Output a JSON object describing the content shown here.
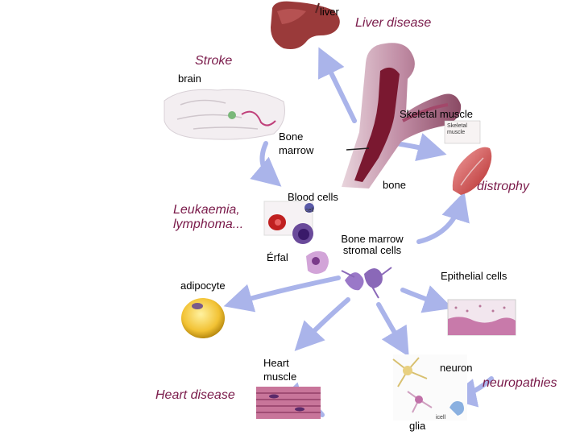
{
  "labels": {
    "liver": "liver",
    "brain": "brain",
    "skeletal_muscle": "Skeletal muscle",
    "bone_marrow": "Bone marrow",
    "bone": "bone",
    "blood_cells": "Blood cells",
    "erfal": "Érfal",
    "bm_stromal": "Bone marrow stromal cells",
    "epithelial": "Epithelial cells",
    "adipocyte": "adipocyte",
    "heart_muscle": "Heart muscle",
    "neuron": "neuron",
    "glia": "glia"
  },
  "diseases": {
    "liver_disease": "Liver disease",
    "stroke": "Stroke",
    "distrophy": "distrophy",
    "leukaemia": "Leukaemia, lymphoma...",
    "heart_disease": "Heart disease",
    "neuropathies": "neuropathies"
  },
  "image_text": {
    "skeletal_muscle_inset": "Skeletal muscle",
    "cell": "cell",
    "icell": "icell"
  },
  "colors": {
    "arrow": "#aab4ea",
    "disease_text": "#7a1a4a",
    "bone": "#c8a4b4",
    "marrow": "#7a1830"
  }
}
